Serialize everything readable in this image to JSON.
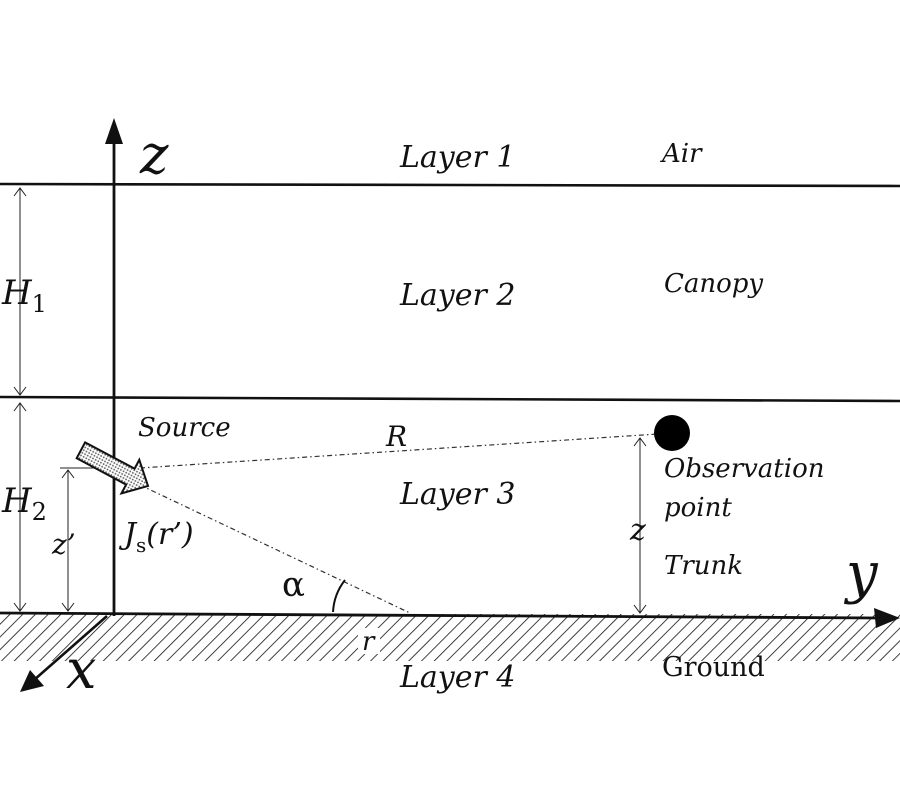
{
  "labels": {
    "layer1": "Layer 1",
    "layer2": "Layer 2",
    "layer3": "Layer 3",
    "layer4": "Layer 4",
    "air": "Air",
    "canopy": "Canopy",
    "trunk": "Trunk",
    "ground": "Ground",
    "source": "Source",
    "observation_line1": "Observation",
    "observation_line2": "point",
    "R": "R",
    "alpha": "α",
    "r": "r",
    "z_axis": "z",
    "y_axis": "y",
    "x_axis": "x",
    "z_height": "z",
    "z_prime": "z’",
    "H1_base": "H",
    "H1_sub": "1",
    "H2_base": "H",
    "H2_sub": "2",
    "J_base": "J",
    "J_sub": "s",
    "J_arg": "(r’)"
  }
}
